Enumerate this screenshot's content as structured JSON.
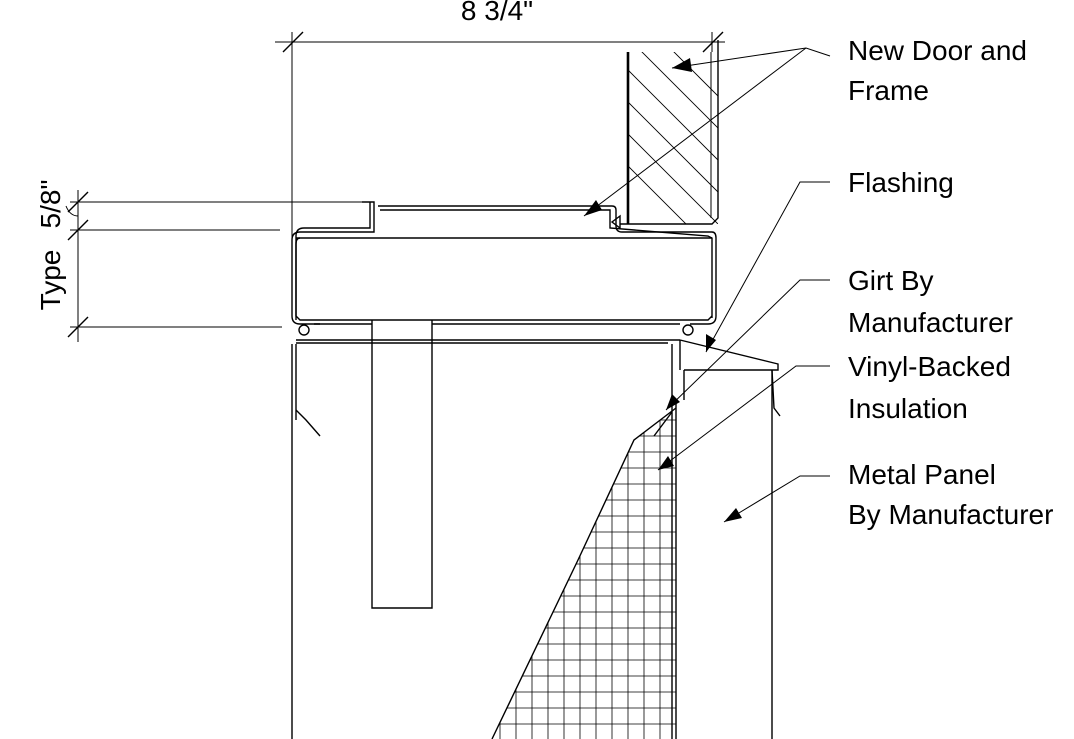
{
  "dimensions": {
    "overall_width": "8 3/4\"",
    "flashing_offset": "5/8\"",
    "frame_depth": "Type"
  },
  "callouts": [
    {
      "id": "door-frame",
      "lines": [
        "New Door and",
        "Frame"
      ]
    },
    {
      "id": "flashing",
      "lines": [
        "Flashing"
      ]
    },
    {
      "id": "girt",
      "lines": [
        "Girt By",
        "Manufacturer"
      ]
    },
    {
      "id": "insulation",
      "lines": [
        "Vinyl-Backed",
        "Insulation"
      ]
    },
    {
      "id": "metal-panel",
      "lines": [
        "Metal Panel",
        "By Manufacturer"
      ]
    }
  ]
}
